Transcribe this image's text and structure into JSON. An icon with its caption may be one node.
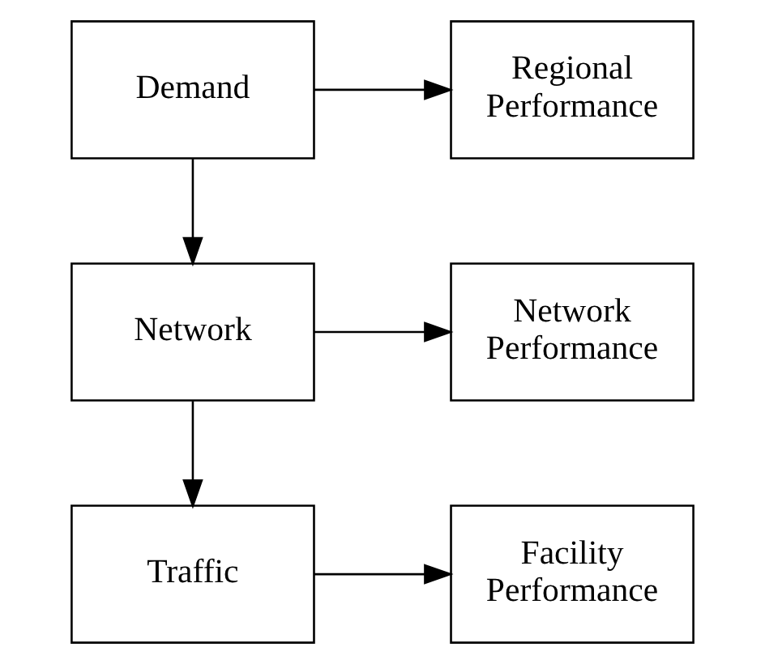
{
  "diagram": {
    "nodes": [
      {
        "text": [
          "Demand"
        ]
      },
      {
        "text": [
          "Regional Performance"
        ]
      },
      {
        "text": [
          "Network"
        ]
      },
      {
        "text": [
          "Network Performance"
        ]
      },
      {
        "text": [
          "Traffic"
        ]
      },
      {
        "text": [
          "Facility Performance"
        ]
      }
    ],
    "edges": [
      {
        "from": 0,
        "to": 1,
        "arrow": "to"
      },
      {
        "from": 0,
        "to": 2,
        "arrow": "to"
      },
      {
        "from": 2,
        "to": 3,
        "arrow": "to"
      },
      {
        "from": 2,
        "to": 4,
        "arrow": "to"
      },
      {
        "from": 4,
        "to": 5,
        "arrow": "to"
      }
    ]
  }
}
